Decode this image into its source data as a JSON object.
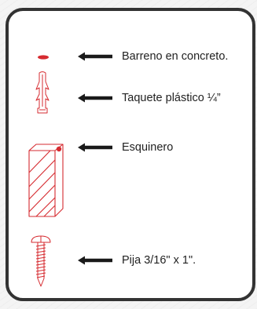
{
  "items": [
    {
      "label": "Barreno en concreto.",
      "icon": "red-hole-marker-icon"
    },
    {
      "label": "Taquete plástico ¼”",
      "icon": "plastic-anchor-icon"
    },
    {
      "label": "Esquinero",
      "icon": "corner-guard-icon"
    },
    {
      "label": "Pija 3/16\" x 1\".",
      "icon": "screw-icon"
    }
  ],
  "colors": {
    "border": "#333333",
    "accent": "#d62b30",
    "text": "#222222"
  }
}
